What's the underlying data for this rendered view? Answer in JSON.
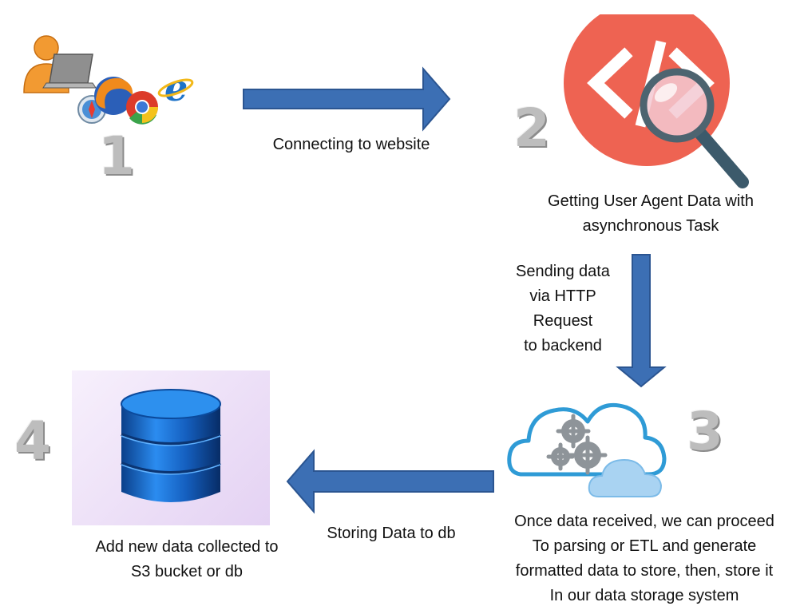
{
  "steps": [
    {
      "number": "1",
      "icon": "user-with-browsers-icon",
      "label_lines": []
    },
    {
      "number": "2",
      "icon": "code-search-icon",
      "label_lines": [
        "Getting User Agent Data with",
        "asynchronous Task"
      ]
    },
    {
      "number": "3",
      "icon": "cloud-gears-icon",
      "label_lines": [
        "Once data received, we can proceed",
        "To parsing or ETL and generate",
        "formatted data to store, then, store it",
        "In our data storage system"
      ]
    },
    {
      "number": "4",
      "icon": "database-icon",
      "label_lines": [
        "Add new data collected to",
        "S3 bucket or db"
      ]
    }
  ],
  "arrows": [
    {
      "direction": "right",
      "from": "1",
      "to": "2",
      "label_lines": [
        "Connecting to website"
      ]
    },
    {
      "direction": "down",
      "from": "2",
      "to": "3",
      "label_lines": [
        "Sending data",
        "via HTTP",
        "Request",
        "to backend"
      ]
    },
    {
      "direction": "left",
      "from": "3",
      "to": "4",
      "label_lines": [
        "Storing Data to db"
      ]
    }
  ],
  "colors": {
    "arrow_fill": "#3c6fb4",
    "arrow_stroke": "#2b5591",
    "code_circle": "#ee6352",
    "step_number": "#bdbdbd",
    "cloud_outline": "#2f9bd6",
    "database_blue": "#1560c0",
    "database_panel": "#e6d6f3"
  }
}
